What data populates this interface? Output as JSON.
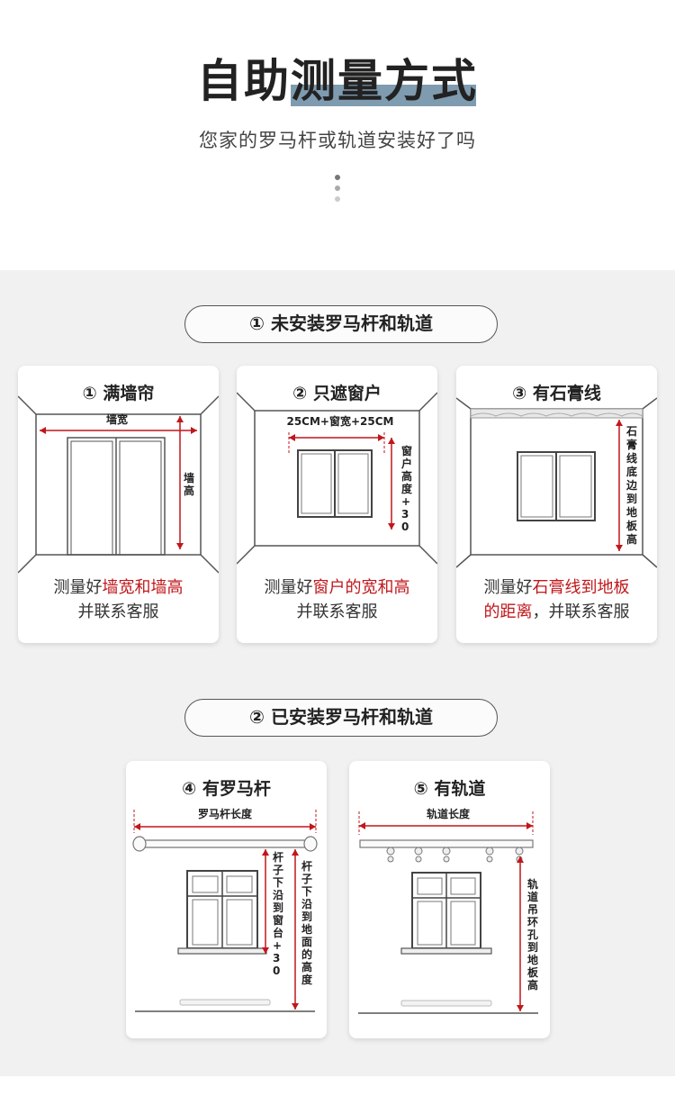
{
  "header": {
    "title": "自助测量方式",
    "subtitle": "您家的罗马杆或轨道安装好了吗"
  },
  "sections": [
    {
      "label": "① 未安装罗马杆和轨道"
    },
    {
      "label": "② 已安装罗马杆和轨道"
    }
  ],
  "cards": {
    "c1": {
      "title": "① 满墙帘",
      "width_label": "墙宽",
      "height_label": "墙高",
      "desc_line1_a": "测量好",
      "desc_line1_b": "墙宽和墙高",
      "desc_line2": "并联系客服"
    },
    "c2": {
      "title": "② 只遮窗户",
      "width_label": "25CM+窗宽+25CM",
      "height_label": "窗户高度+30",
      "desc_line1_a": "测量好",
      "desc_line1_b": "窗户的宽和高",
      "desc_line2": "并联系客服"
    },
    "c3": {
      "title": "③ 有石膏线",
      "height_label": "石膏线底边到地板高",
      "desc_line1_a": "测量好",
      "desc_line1_b": "石膏线到地板",
      "desc_line2_a": "的距离",
      "desc_line2_b": "，并联系客服"
    },
    "c4": {
      "title": "④ 有罗马杆",
      "width_label": "罗马杆长度",
      "h1_label": "杆子下沿到窗台+30",
      "h2_label": "杆子下沿到地面的高度"
    },
    "c5": {
      "title": "⑤ 有轨道",
      "width_label": "轨道长度",
      "h_label": "轨道吊环孔到地板高"
    }
  },
  "colors": {
    "accent_red": "#c0171b",
    "highlight": "#7f9bb0",
    "gray_bg": "#f1f1f1"
  }
}
